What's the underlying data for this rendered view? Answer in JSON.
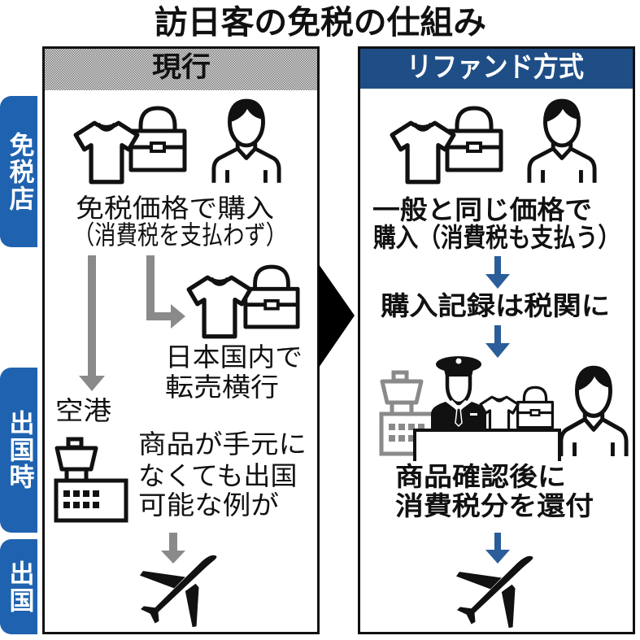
{
  "title": "訪日客の免税の仕組み",
  "side_labels": [
    {
      "text": "免税店"
    },
    {
      "text": "出国時"
    },
    {
      "text": "出国"
    }
  ],
  "current_system": {
    "header": "現行",
    "purchase_lines": [
      "免税価格で購入",
      "（消費税を支払わず）"
    ],
    "resale_lines": [
      "日本国内で",
      "転売横行"
    ],
    "airport_label": "空港",
    "departure_lines": [
      "商品が手元に",
      "なくても出国",
      "可能な例が"
    ]
  },
  "refund_system": {
    "header": "リファンド方式",
    "purchase_lines": [
      "一般と同じ価格で",
      "購入（消費税も支払う）"
    ],
    "record_text": "購入記録は税関に",
    "refund_lines": [
      "商品確認後に",
      "消費税分を還付"
    ]
  },
  "icons": {
    "clothing": "t-shirt-icon",
    "bag": "handbag-icon",
    "traveler": "person-icon",
    "airport": "airport-tower-icon",
    "customs_officer": "customs-officer-icon",
    "airplane": "airplane-icon",
    "flow_arrow": "arrow-down-icon",
    "transition": "chevron-right-icon"
  },
  "colors": {
    "header_blue": "#1f4e86",
    "label_blue": "#1f63b0",
    "arrow_blue": "#2a5d99",
    "arrow_gray": "#8a8a8a",
    "header_gray": "#a9a9a9"
  }
}
